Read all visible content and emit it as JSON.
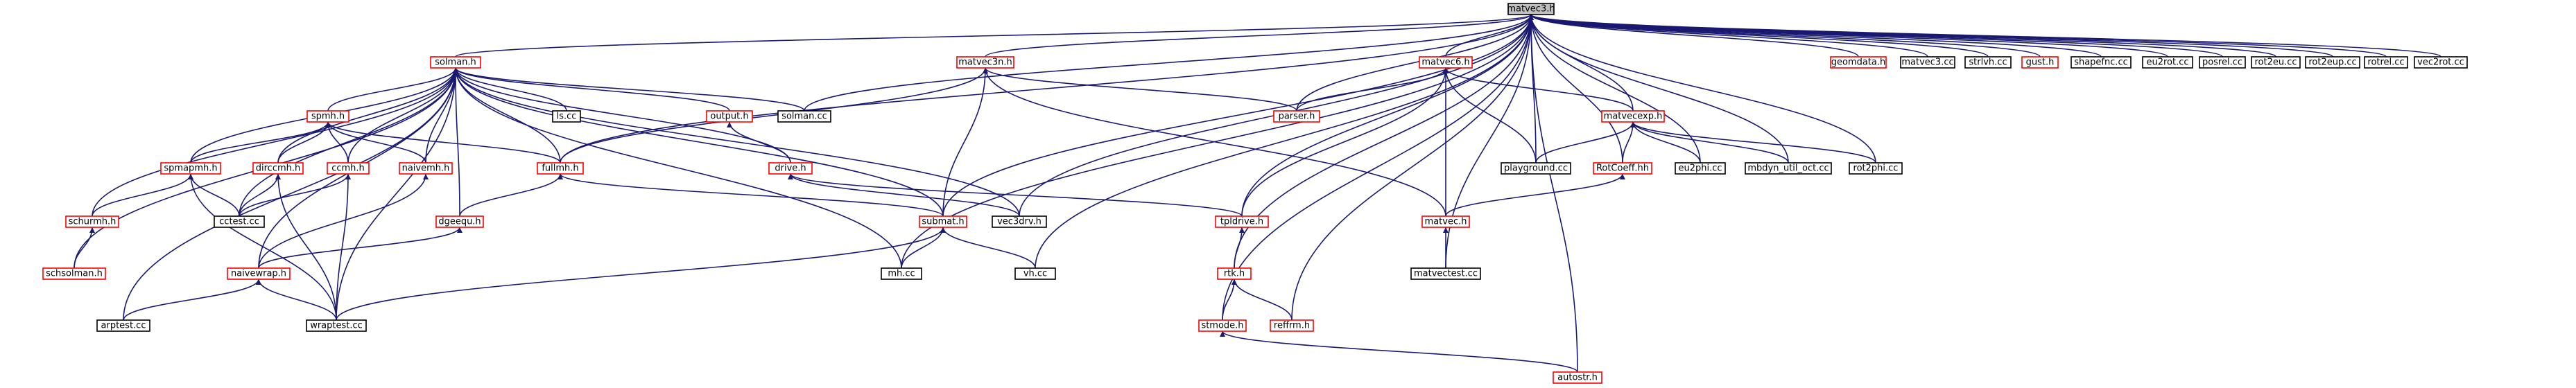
{
  "diagram": {
    "nodes": [
      {
        "id": "matvec3h",
        "label": "matvec3.h",
        "style": "root"
      },
      {
        "id": "solmanh",
        "label": "solman.h",
        "style": "red"
      },
      {
        "id": "matvec3nh",
        "label": "matvec3n.h",
        "style": "red"
      },
      {
        "id": "matvec6h",
        "label": "matvec6.h",
        "style": "red"
      },
      {
        "id": "geomdatah",
        "label": "geomdata.h",
        "style": "red"
      },
      {
        "id": "matvec3cc",
        "label": "matvec3.cc",
        "style": "black"
      },
      {
        "id": "strlvhcc",
        "label": "strlvh.cc",
        "style": "black"
      },
      {
        "id": "gusth",
        "label": "gust.h",
        "style": "red"
      },
      {
        "id": "shapefnccc",
        "label": "shapefnc.cc",
        "style": "black"
      },
      {
        "id": "eu2rotcc",
        "label": "eu2rot.cc",
        "style": "black"
      },
      {
        "id": "posrelcc",
        "label": "posrel.cc",
        "style": "black"
      },
      {
        "id": "rot2eucc",
        "label": "rot2eu.cc",
        "style": "black"
      },
      {
        "id": "rot2eupcc",
        "label": "rot2eup.cc",
        "style": "black"
      },
      {
        "id": "rotrelcc",
        "label": "rotrel.cc",
        "style": "black"
      },
      {
        "id": "vec2rotcc",
        "label": "vec2rot.cc",
        "style": "black"
      },
      {
        "id": "spmhh",
        "label": "spmh.h",
        "style": "red"
      },
      {
        "id": "lscc",
        "label": "ls.cc",
        "style": "black"
      },
      {
        "id": "outputh",
        "label": "output.h",
        "style": "red"
      },
      {
        "id": "solmancc",
        "label": "solman.cc",
        "style": "black"
      },
      {
        "id": "parserh",
        "label": "parser.h",
        "style": "red"
      },
      {
        "id": "matvecexph",
        "label": "matvecexp.h",
        "style": "red"
      },
      {
        "id": "spmapmhh",
        "label": "spmapmh.h",
        "style": "red"
      },
      {
        "id": "dirccmhh",
        "label": "dirccmh.h",
        "style": "red"
      },
      {
        "id": "ccmhh",
        "label": "ccmh.h",
        "style": "red"
      },
      {
        "id": "naivemhh",
        "label": "naivemh.h",
        "style": "red"
      },
      {
        "id": "fullmhh",
        "label": "fullmh.h",
        "style": "red"
      },
      {
        "id": "driveh",
        "label": "drive.h",
        "style": "red"
      },
      {
        "id": "playgroundcc",
        "label": "playground.cc",
        "style": "black"
      },
      {
        "id": "rotcoeffhh",
        "label": "RotCoeff.hh",
        "style": "red"
      },
      {
        "id": "eu2phicc",
        "label": "eu2phi.cc",
        "style": "black"
      },
      {
        "id": "mbdynutiloctcc",
        "label": "mbdyn_util_oct.cc",
        "style": "black"
      },
      {
        "id": "rot2phicc",
        "label": "rot2phi.cc",
        "style": "black"
      },
      {
        "id": "schurmhh",
        "label": "schurmh.h",
        "style": "red"
      },
      {
        "id": "cctestcc",
        "label": "cctest.cc",
        "style": "black"
      },
      {
        "id": "dgeequh",
        "label": "dgeequ.h",
        "style": "red"
      },
      {
        "id": "submath",
        "label": "submat.h",
        "style": "red"
      },
      {
        "id": "vec3drvh",
        "label": "vec3drv.h",
        "style": "black"
      },
      {
        "id": "tpldriveh",
        "label": "tpldrive.h",
        "style": "red"
      },
      {
        "id": "matvech",
        "label": "matvec.h",
        "style": "red"
      },
      {
        "id": "schsolmanh",
        "label": "schsolman.h",
        "style": "red"
      },
      {
        "id": "naivewraph",
        "label": "naivewrap.h",
        "style": "red"
      },
      {
        "id": "mhcc",
        "label": "mh.cc",
        "style": "black"
      },
      {
        "id": "vhcc",
        "label": "vh.cc",
        "style": "black"
      },
      {
        "id": "rtkh",
        "label": "rtk.h",
        "style": "red"
      },
      {
        "id": "matvectestcc",
        "label": "matvectest.cc",
        "style": "black"
      },
      {
        "id": "arptestcc",
        "label": "arptest.cc",
        "style": "black"
      },
      {
        "id": "wraptestcc",
        "label": "wraptest.cc",
        "style": "black"
      },
      {
        "id": "stmodeh",
        "label": "stmode.h",
        "style": "red"
      },
      {
        "id": "reffrmh",
        "label": "reffrm.h",
        "style": "red"
      },
      {
        "id": "autostrh",
        "label": "autostr.h",
        "style": "red"
      }
    ],
    "edges": [
      [
        "solmanh",
        "matvec3h"
      ],
      [
        "matvec3nh",
        "matvec3h"
      ],
      [
        "matvec6h",
        "matvec3h"
      ],
      [
        "geomdatah",
        "matvec3h"
      ],
      [
        "matvec3cc",
        "matvec3h"
      ],
      [
        "strlvhcc",
        "matvec3h"
      ],
      [
        "gusth",
        "matvec3h"
      ],
      [
        "shapefnccc",
        "matvec3h"
      ],
      [
        "eu2rotcc",
        "matvec3h"
      ],
      [
        "posrelcc",
        "matvec3h"
      ],
      [
        "rot2eucc",
        "matvec3h"
      ],
      [
        "rot2eupcc",
        "matvec3h"
      ],
      [
        "rotrelcc",
        "matvec3h"
      ],
      [
        "vec2rotcc",
        "matvec3h"
      ],
      [
        "solmancc",
        "matvec3h"
      ],
      [
        "parserh",
        "matvec3h"
      ],
      [
        "matvecexph",
        "matvec3h"
      ],
      [
        "playgroundcc",
        "matvec3h"
      ],
      [
        "rotcoeffhh",
        "matvec3h"
      ],
      [
        "eu2phicc",
        "matvec3h"
      ],
      [
        "mbdynutiloctcc",
        "matvec3h"
      ],
      [
        "rot2phicc",
        "matvec3h"
      ],
      [
        "fullmhh",
        "matvec3h"
      ],
      [
        "submath",
        "matvec3h"
      ],
      [
        "vec3drvh",
        "matvec3h"
      ],
      [
        "tpldriveh",
        "matvec3h"
      ],
      [
        "mhcc",
        "matvec3h"
      ],
      [
        "vhcc",
        "matvec3h"
      ],
      [
        "rtkh",
        "matvec3h"
      ],
      [
        "matvectestcc",
        "matvec3h"
      ],
      [
        "stmodeh",
        "matvec3h"
      ],
      [
        "reffrmh",
        "matvec3h"
      ],
      [
        "autostrh",
        "matvec3h"
      ],
      [
        "spmhh",
        "solmanh"
      ],
      [
        "lscc",
        "solmanh"
      ],
      [
        "outputh",
        "solmanh"
      ],
      [
        "solmancc",
        "solmanh"
      ],
      [
        "spmapmhh",
        "solmanh"
      ],
      [
        "dirccmhh",
        "solmanh"
      ],
      [
        "ccmhh",
        "solmanh"
      ],
      [
        "naivemhh",
        "solmanh"
      ],
      [
        "fullmhh",
        "solmanh"
      ],
      [
        "driveh",
        "solmanh"
      ],
      [
        "schurmhh",
        "solmanh"
      ],
      [
        "cctestcc",
        "solmanh"
      ],
      [
        "dgeequh",
        "solmanh"
      ],
      [
        "submath",
        "solmanh"
      ],
      [
        "schsolmanh",
        "solmanh"
      ],
      [
        "naivewraph",
        "solmanh"
      ],
      [
        "mhcc",
        "solmanh"
      ],
      [
        "arptestcc",
        "solmanh"
      ],
      [
        "wraptestcc",
        "solmanh"
      ],
      [
        "vec3drvh",
        "solmanh"
      ],
      [
        "spmapmhh",
        "spmhh"
      ],
      [
        "dirccmhh",
        "spmhh"
      ],
      [
        "ccmhh",
        "spmhh"
      ],
      [
        "naivemhh",
        "spmhh"
      ],
      [
        "fullmhh",
        "spmhh"
      ],
      [
        "driveh",
        "outputh"
      ],
      [
        "parserh",
        "matvec3nh"
      ],
      [
        "fullmhh",
        "matvec3nh"
      ],
      [
        "submath",
        "matvec3nh"
      ],
      [
        "matvech",
        "matvec3nh"
      ],
      [
        "parserh",
        "matvec6h"
      ],
      [
        "matvecexph",
        "matvec6h"
      ],
      [
        "playgroundcc",
        "matvec6h"
      ],
      [
        "tpldriveh",
        "matvec6h"
      ],
      [
        "matvech",
        "matvec6h"
      ],
      [
        "playgroundcc",
        "matvecexph"
      ],
      [
        "rotcoeffhh",
        "matvecexph"
      ],
      [
        "eu2phicc",
        "matvecexph"
      ],
      [
        "mbdynutiloctcc",
        "matvecexph"
      ],
      [
        "rot2phicc",
        "matvecexph"
      ],
      [
        "schurmhh",
        "spmapmhh"
      ],
      [
        "cctestcc",
        "spmapmhh"
      ],
      [
        "wraptestcc",
        "spmapmhh"
      ],
      [
        "cctestcc",
        "dirccmhh"
      ],
      [
        "wraptestcc",
        "dirccmhh"
      ],
      [
        "cctestcc",
        "ccmhh"
      ],
      [
        "wraptestcc",
        "ccmhh"
      ],
      [
        "naivewraph",
        "naivemhh"
      ],
      [
        "dgeequh",
        "fullmhh"
      ],
      [
        "submath",
        "fullmhh"
      ],
      [
        "vec3drvh",
        "driveh"
      ],
      [
        "tpldriveh",
        "driveh"
      ],
      [
        "matvech",
        "rotcoeffhh"
      ],
      [
        "schsolmanh",
        "schurmhh"
      ],
      [
        "naivewraph",
        "dgeequh"
      ],
      [
        "mhcc",
        "submath"
      ],
      [
        "vhcc",
        "submath"
      ],
      [
        "wraptestcc",
        "submath"
      ],
      [
        "rtkh",
        "tpldriveh"
      ],
      [
        "matvectestcc",
        "matvech"
      ],
      [
        "arptestcc",
        "naivewraph"
      ],
      [
        "wraptestcc",
        "naivewraph"
      ],
      [
        "stmodeh",
        "rtkh"
      ],
      [
        "reffrmh",
        "rtkh"
      ],
      [
        "autostrh",
        "stmodeh"
      ]
    ]
  }
}
